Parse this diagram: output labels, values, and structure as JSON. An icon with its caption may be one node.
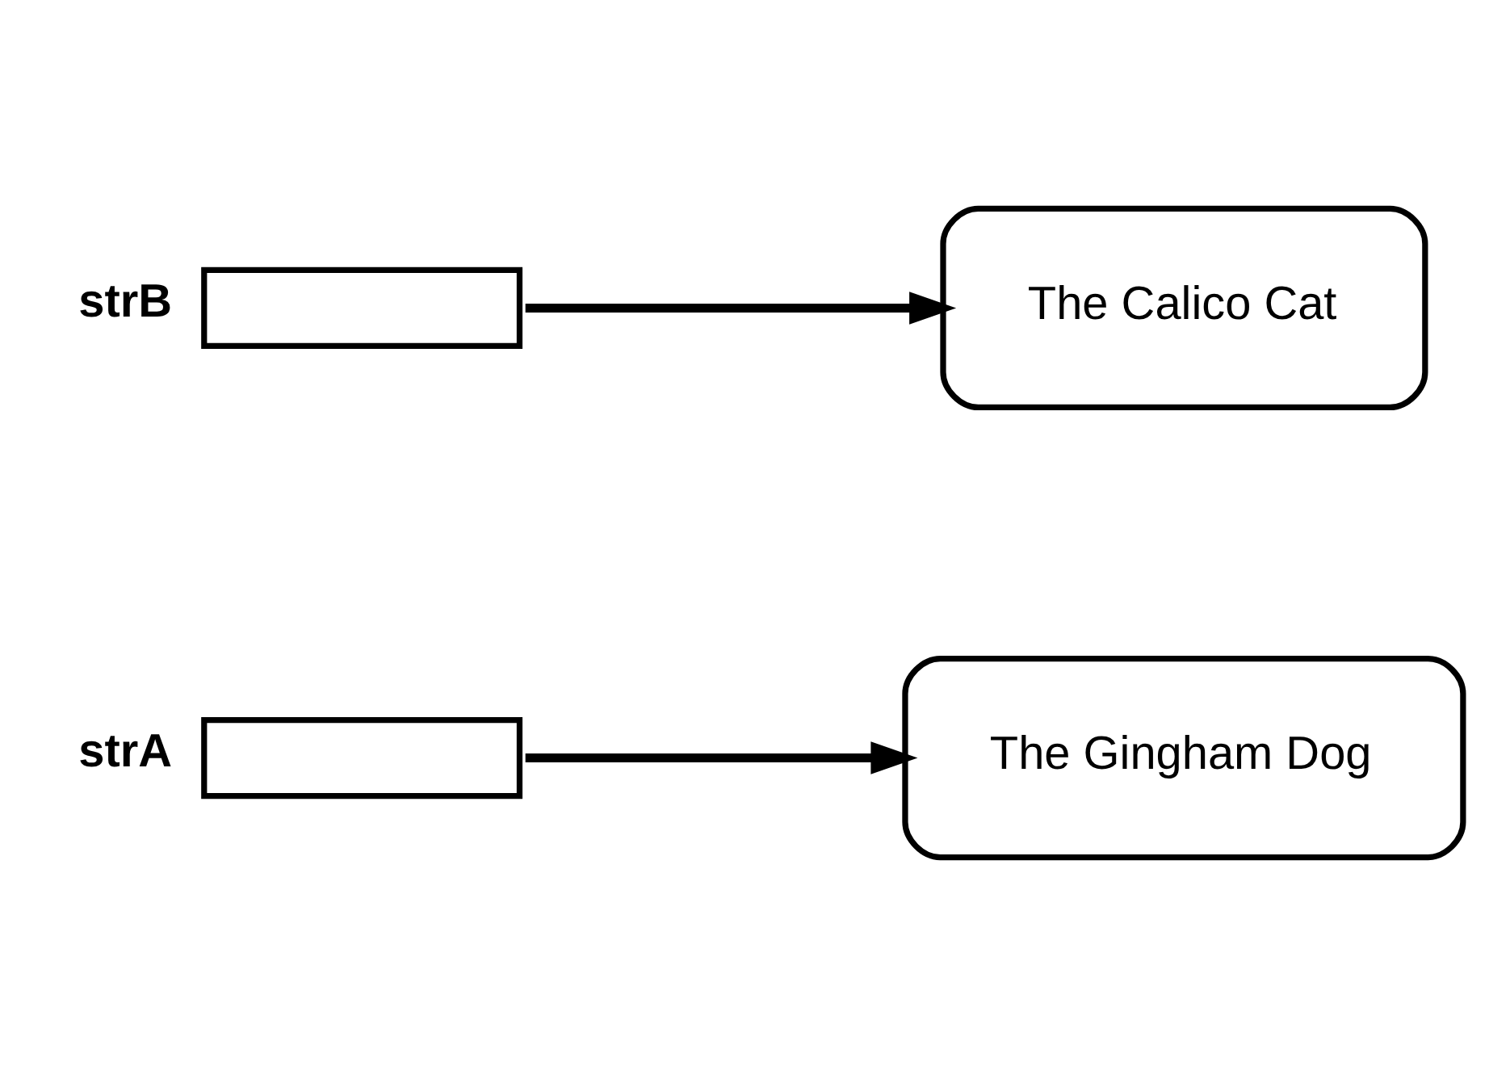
{
  "diagram": {
    "nodes": [
      {
        "text": [],
        "shape": "box",
        "beside": [
          "strA"
        ]
      },
      {
        "text": [
          "The Gingham Dog"
        ]
      },
      {
        "text": [],
        "shape": "box",
        "beside": [
          "strB"
        ]
      },
      {
        "text": [
          "The Calico Cat"
        ]
      }
    ],
    "edges": [
      {
        "from": 0,
        "to": 1,
        "arrow": "to"
      },
      {
        "from": 2,
        "to": 3,
        "arrow": "to"
      }
    ]
  }
}
